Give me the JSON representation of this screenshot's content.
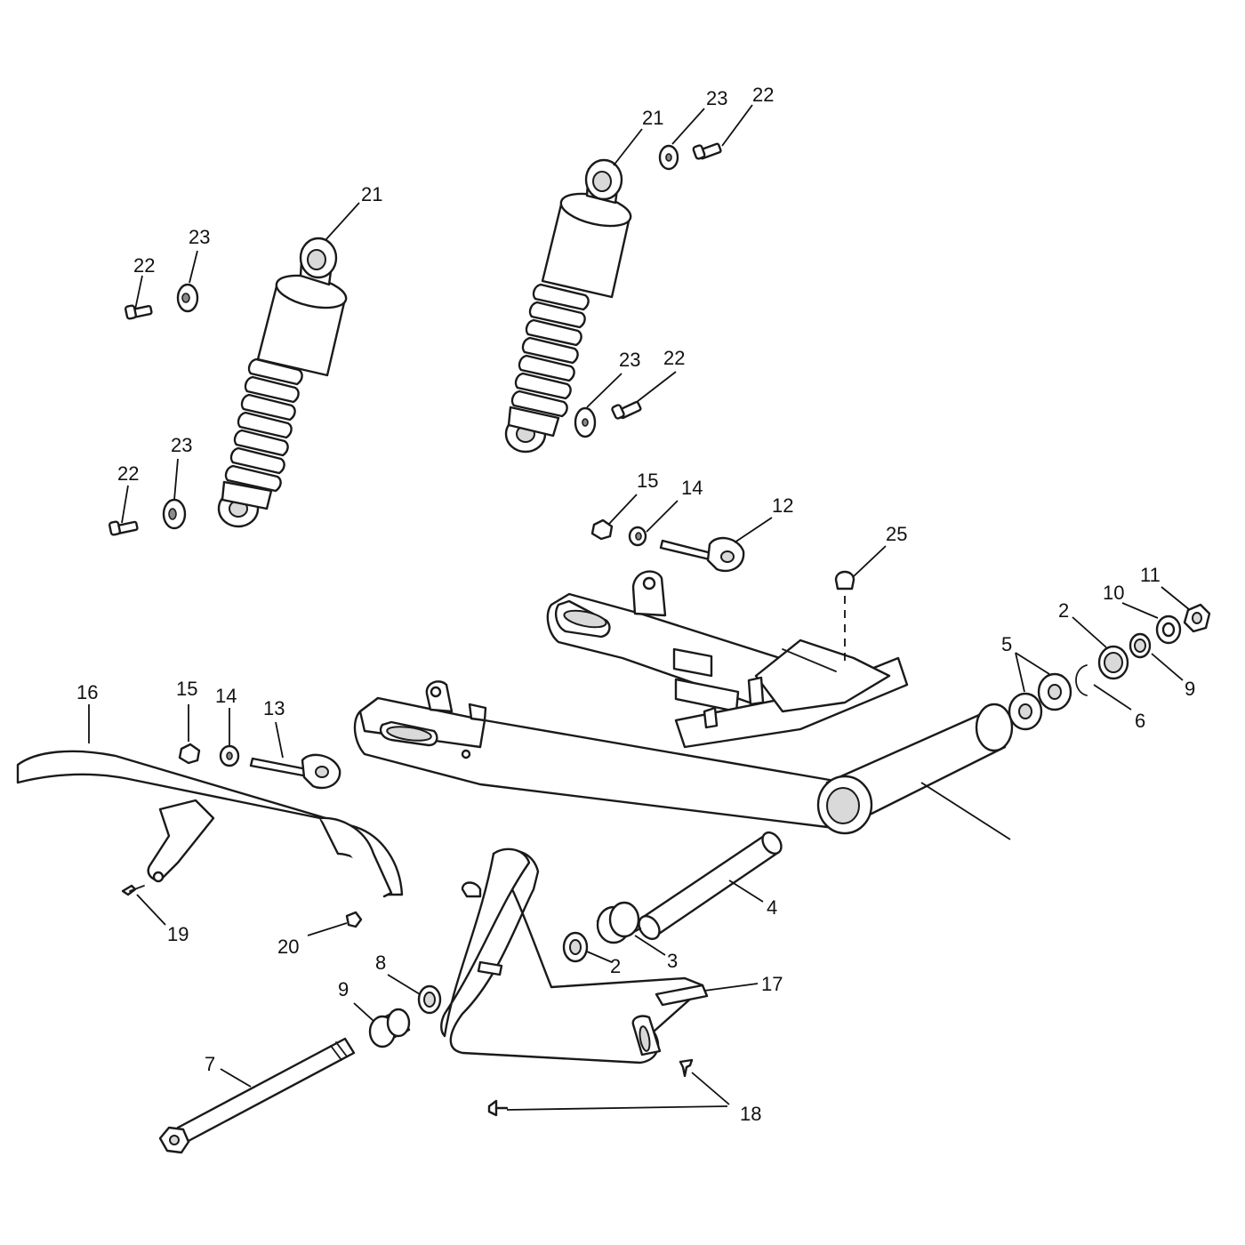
{
  "callouts": [
    {
      "key": "c21a",
      "text": "21"
    },
    {
      "key": "c23a",
      "text": "23"
    },
    {
      "key": "c22a",
      "text": "22"
    },
    {
      "key": "c21b",
      "text": "21"
    },
    {
      "key": "c22b",
      "text": "22"
    },
    {
      "key": "c23b",
      "text": "23"
    },
    {
      "key": "c23c",
      "text": "23"
    },
    {
      "key": "c22c",
      "text": "22"
    },
    {
      "key": "c22d",
      "text": "22"
    },
    {
      "key": "c23d",
      "text": "23"
    },
    {
      "key": "c15a",
      "text": "15"
    },
    {
      "key": "c14a",
      "text": "14"
    },
    {
      "key": "c12",
      "text": "12"
    },
    {
      "key": "c25",
      "text": "25"
    },
    {
      "key": "c11",
      "text": "11"
    },
    {
      "key": "c10",
      "text": "10"
    },
    {
      "key": "c2a",
      "text": "2"
    },
    {
      "key": "c5",
      "text": "5"
    },
    {
      "key": "c9a",
      "text": "9"
    },
    {
      "key": "c6",
      "text": "6"
    },
    {
      "key": "c16",
      "text": "16"
    },
    {
      "key": "c15b",
      "text": "15"
    },
    {
      "key": "c14b",
      "text": "14"
    },
    {
      "key": "c13",
      "text": "13"
    },
    {
      "key": "c4",
      "text": "4"
    },
    {
      "key": "c19",
      "text": "19"
    },
    {
      "key": "c20",
      "text": "20"
    },
    {
      "key": "c2b",
      "text": "2"
    },
    {
      "key": "c3",
      "text": "3"
    },
    {
      "key": "c8",
      "text": "8"
    },
    {
      "key": "c9b",
      "text": "9"
    },
    {
      "key": "c17",
      "text": "17"
    },
    {
      "key": "c7",
      "text": "7"
    },
    {
      "key": "c18",
      "text": "18"
    }
  ]
}
